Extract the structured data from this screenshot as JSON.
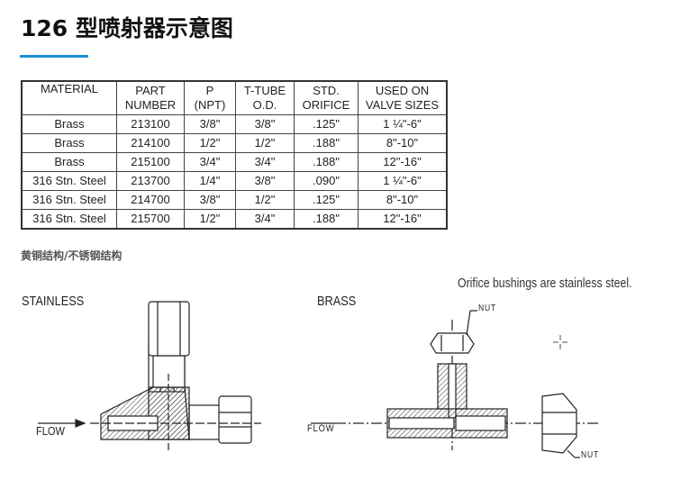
{
  "title": "126 型喷射器示意图",
  "table": {
    "headers": [
      [
        "MATERIAL",
        ""
      ],
      [
        "PART",
        "NUMBER"
      ],
      [
        "P",
        "(NPT)"
      ],
      [
        "T-TUBE",
        "O.D."
      ],
      [
        "STD.",
        "ORIFICE"
      ],
      [
        "USED ON",
        "VALVE SIZES"
      ]
    ],
    "rows": [
      [
        "Brass",
        "213100",
        "3/8\"",
        "3/8\"",
        ".125\"",
        "1 ¼\"-6\""
      ],
      [
        "Brass",
        "214100",
        "1/2\"",
        "1/2\"",
        ".188\"",
        "8\"-10\""
      ],
      [
        "Brass",
        "215100",
        "3/4\"",
        "3/4\"",
        ".188\"",
        "12\"-16\""
      ],
      [
        "316 Stn. Steel",
        "213700",
        "1/4\"",
        "3/8\"",
        ".090\"",
        "1 ¼\"-6\""
      ],
      [
        "316 Stn. Steel",
        "214700",
        "3/8\"",
        "1/2\"",
        ".125\"",
        "8\"-10\""
      ],
      [
        "316 Stn. Steel",
        "215700",
        "1/2\"",
        "3/4\"",
        ".188\"",
        "12\"-16\""
      ]
    ]
  },
  "caption": "黄铜结构/不锈钢结构",
  "figure": {
    "note": "Orifice bushings are stainless steel.",
    "stainless_label": "STAINLESS",
    "brass_label": "BRASS",
    "flow_label": "FLOW",
    "nut_label": "NUT"
  },
  "accent_color": "#1a8fd6"
}
